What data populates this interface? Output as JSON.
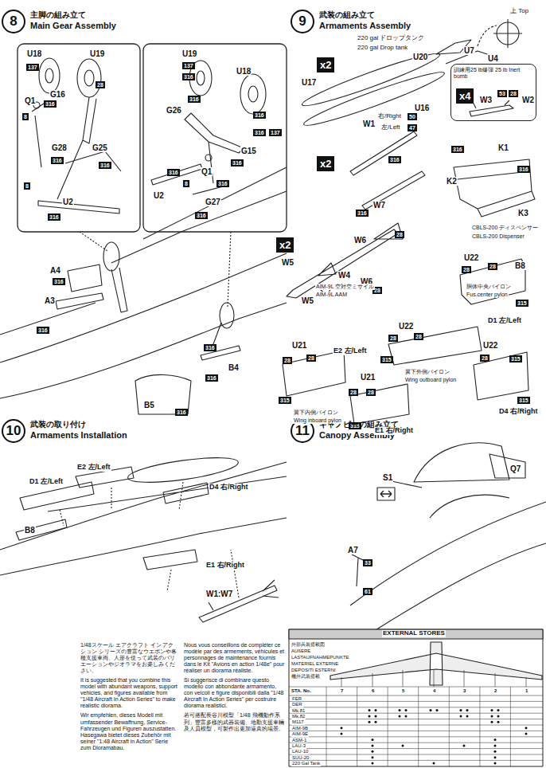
{
  "diagram": {
    "nodes": [
      {
        "text": [
          "8",
          "主脚の組み立て",
          "Main Gear Assembly"
        ]
      },
      {
        "text": [
          "137"
        ]
      },
      {
        "text": [
          "28"
        ]
      },
      {
        "text": [
          "316"
        ]
      },
      {
        "text": [
          "8"
        ]
      },
      {
        "text": [
          "316"
        ]
      },
      {
        "text": [
          "316"
        ]
      },
      {
        "text": [
          "8"
        ]
      },
      {
        "text": [
          "316"
        ]
      },
      {
        "text": [
          "137"
        ]
      },
      {
        "text": [
          "316"
        ]
      },
      {
        "text": [
          "316"
        ]
      },
      {
        "text": [
          "316"
        ]
      },
      {
        "text": [
          "316"
        ]
      },
      {
        "text": [
          "137"
        ]
      },
      {
        "text": [
          "316"
        ]
      },
      {
        "text": [
          "316"
        ]
      },
      {
        "text": [
          "8"
        ]
      },
      {
        "text": [
          "316"
        ]
      },
      {
        "text": [
          "316"
        ]
      },
      {
        "text": [
          "316"
        ]
      },
      {
        "text": [
          "316"
        ]
      },
      {
        "text": [
          "316"
        ]
      },
      {
        "text": [
          "316"
        ]
      },
      {
        "text": [
          "316"
        ]
      },
      {
        "text": [
          "9",
          "武装の組み立て",
          "Armaments Assembly"
        ]
      },
      {
        "text": [
          "x2"
        ]
      },
      {
        "text": [
          "訓練用25 lb爆弾 25 lb Inert bomb"
        ]
      },
      {
        "text": [
          "x4"
        ],
        "in": 27
      },
      {
        "text": [
          "53"
        ],
        "in": 27
      },
      {
        "text": [
          "28"
        ],
        "in": 27
      },
      {
        "text": [
          "316"
        ]
      },
      {
        "text": [
          "316"
        ]
      },
      {
        "text": [
          "50"
        ]
      },
      {
        "text": [
          "47"
        ]
      },
      {
        "text": [
          "x2"
        ]
      },
      {
        "text": [
          "316"
        ]
      },
      {
        "text": [
          "316"
        ]
      },
      {
        "text": [
          "x2"
        ]
      },
      {
        "text": [
          "28"
        ]
      },
      {
        "text": [
          "28"
        ]
      },
      {
        "text": [
          "28"
        ]
      },
      {
        "text": [
          "28"
        ]
      },
      {
        "text": [
          "315"
        ]
      },
      {
        "text": [
          "28"
        ]
      },
      {
        "text": [
          "28"
        ]
      },
      {
        "text": [
          "315"
        ]
      },
      {
        "text": [
          "28"
        ]
      },
      {
        "text": [
          "315"
        ]
      },
      {
        "text": [
          "315"
        ]
      },
      {
        "text": [
          "28"
        ]
      },
      {
        "text": [
          "28"
        ]
      },
      {
        "text": [
          "315"
        ]
      },
      {
        "text": [
          "28"
        ]
      },
      {
        "text": [
          "28"
        ]
      },
      {
        "text": [
          "315"
        ]
      },
      {
        "text": [
          "10",
          "武装の取り付け",
          "Armaments Installation"
        ]
      },
      {
        "text": [
          "11",
          "キャノピーの組み立て",
          "Canopy Assembly"
        ]
      },
      {
        "text": [
          "33"
        ]
      },
      {
        "text": [
          "61"
        ]
      }
    ],
    "labels": [
      "U18",
      "U19",
      "G16",
      "Q1",
      "G28",
      "G25",
      "U2",
      "U19",
      "U18",
      "G26",
      "G15",
      "Q1",
      "U2",
      "G27",
      "A4",
      "A3",
      "B4",
      "B5",
      "220 gal ドロップタンク",
      "220 gal Drop tank",
      "上 Top",
      "U7",
      "U4",
      "U20",
      "U17",
      "U16",
      "W3",
      "W2",
      "K1",
      "K2",
      "K3",
      "CBLS-200 ディスペンサー",
      "CBLS-200 Dispenser",
      "W1",
      "右/Right",
      "左/Left",
      "W7",
      "W6",
      "W5",
      "W4",
      "W6",
      "W5",
      "AIM-9L 空対空ミサイル",
      "AIM-9L AAM",
      "U22",
      "B8",
      "胴体中央パイロン",
      "Fus.center pylon",
      "U22",
      "D1 左/Left",
      "U22",
      "翼下外側パイロン",
      "Wing outboard pylon",
      "D4 右/Right",
      "U21",
      "E2 左/Left",
      "翼下内側パイロン",
      "Wing inboard pylon",
      "U21",
      "E1 右/Right",
      "E2 左/Left",
      "D1 左/Left",
      "D4 右/Right",
      "B8",
      "E1 右/Right",
      "W1:W7",
      "Q7",
      "S1",
      "A7",
      "1/48スケール エアクラフト イン アクション シリーズの豊富なウエポンや各種支援車両、人形を使って武装のバリエーションやジオラマをお楽しみください。",
      "It is suggested that you combine this model with abundant weapons, support vehicles, and figures available from \"1/48 Aircraft In Action Series\" to make realistic diorama.",
      "Wir empfehlen, dieses Modell mit umfassender Bewaffnung, Service-Fahrzeugen und Figuren auszustatten. Hasegawa bietet dieses Zubehör mit seiner \"1:48 Aircraft in Action\" Serie zum Dioramabau.",
      "Nous vous conseillons de compléter ce modèle par des armements, véhicules et personnages de maintenance fournis dans le Kit \"Avions en action 1/48e\" pour réaliser un diorama réaliste.",
      "Si suggerisce di combinare questo modello con abbondante armamento, con veicoli e figure disponibili dalla \"1/48 Aircraft In Action Series\" per costruire diorama realistici.",
      "若可搭配長谷川模型「1/48 飛機動作系列」豐富多樣的武器裝備、地勤支援車輛及人員模型，可製作出更加逼真的場景。",
      "EXTERNAL STORES",
      "外部兵装搭載図",
      "AUßERE",
      "LASTAUFNAHMEPUNKTE",
      "MATERIEL EXTERNE",
      "DEPOSITI ESTERNI",
      "機外武装搭載",
      "STA. No.",
      "7",
      "6",
      "5",
      "4",
      "3",
      "2",
      "1",
      "FER",
      "DER",
      "Mk.81",
      "Mk.82",
      "M117",
      "AIM-9B",
      "AIM-9E",
      "ASM-1",
      "LAU-3",
      "LAU-10",
      "SUU-20",
      "220 Gal Tank"
    ]
  }
}
